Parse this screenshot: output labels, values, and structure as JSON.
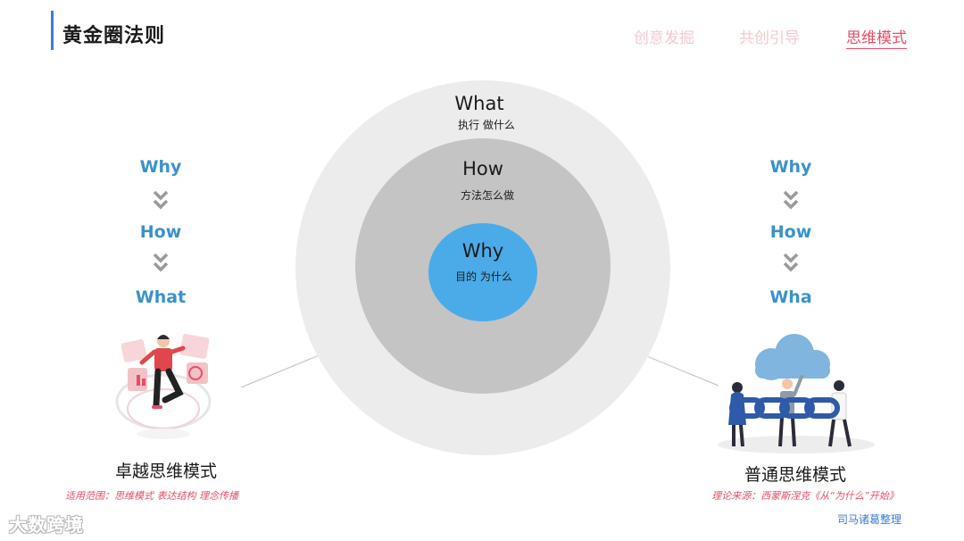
{
  "header": {
    "title": "黄金圈法则",
    "nav": [
      "创意发掘",
      "共创引导",
      "思维模式"
    ],
    "active_index": 2
  },
  "circle": {
    "outer": {
      "word": "What",
      "sub": "执行  做什么"
    },
    "middle": {
      "word": "How",
      "sub": "方法怎么做"
    },
    "inner": {
      "word": "Why",
      "sub": "目的  为什么"
    }
  },
  "left": {
    "steps": [
      "Why",
      "How",
      "What"
    ],
    "label": "卓越思维模式",
    "note": "适用范围：思维模式 表达结构 理念传播"
  },
  "right": {
    "steps": [
      "Why",
      "How",
      "Wha"
    ],
    "label": "普通思维模式",
    "note": "理论来源：西蒙斯涅克《从“为什么”开始》"
  },
  "credit": "司马诸葛整理",
  "watermark": "大数跨境",
  "colors": {
    "accent": "#3f7be0",
    "nav_active": "#e54e66",
    "nav_inactive": "#f3c9cf",
    "step_text": "#3a92cc",
    "inner_circle": "#4aabe8",
    "mid_circle": "#c4c4c4",
    "outer_circle": "#ececec"
  }
}
